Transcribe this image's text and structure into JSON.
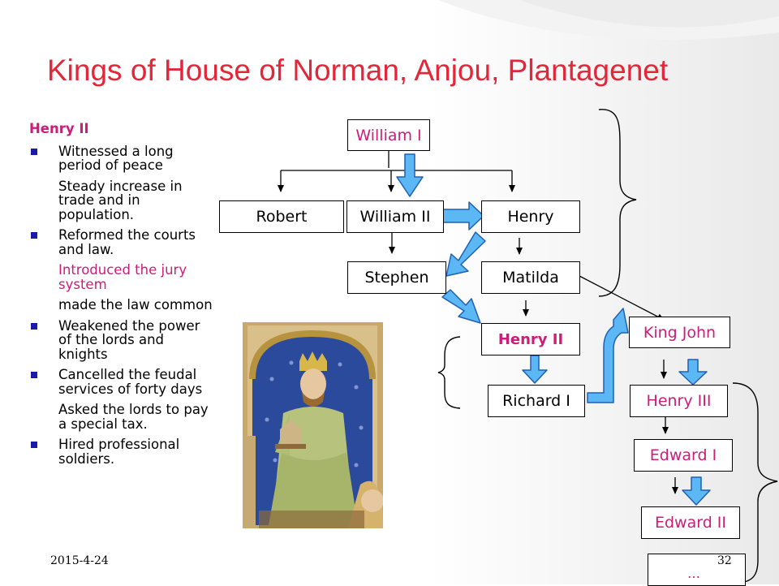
{
  "title": "Kings of House of Norman, Anjou, Plantagenet",
  "left": {
    "heading": "Henry II",
    "items": [
      {
        "text": "Witnessed a long period of peace",
        "bullet": true,
        "pink": false
      },
      {
        "text": "Steady increase in trade and in population.",
        "bullet": false,
        "pink": false
      },
      {
        "text": "Reformed the courts and law.",
        "bullet": true,
        "pink": false
      },
      {
        "text": "Introduced the jury system",
        "bullet": false,
        "pink": true
      },
      {
        "text": "made the law common",
        "bullet": false,
        "pink": false
      },
      {
        "text": "Weakened the power of the lords and knights",
        "bullet": true,
        "pink": false
      },
      {
        "text": "Cancelled the feudal services of forty days",
        "bullet": true,
        "pink": false
      },
      {
        "text": "Asked the lords to pay a special tax.",
        "bullet": false,
        "pink": false
      },
      {
        "text": "Hired professional soldiers.",
        "bullet": true,
        "pink": false
      }
    ]
  },
  "tree": {
    "william1": "William I",
    "robert": "Robert",
    "william2": "William II",
    "henry": "Henry",
    "stephen": "Stephen",
    "matilda": "Matilda",
    "henry2": "Henry II",
    "richard1": "Richard I",
    "king_john": "King John",
    "henry3": "Henry III",
    "edward1": "Edward I",
    "edward2": "Edward II",
    "more": "…"
  },
  "footer": {
    "date": "2015-4-24",
    "page": "32"
  },
  "colors": {
    "title": "#e3263a",
    "accent_pink": "#cc1d78",
    "bullet": "#1a1aa8",
    "arrow_fill": "#5bb8f5",
    "arrow_stroke": "#1f5fb4"
  },
  "icons": {
    "portrait": "king-portrait-illustration",
    "bullets": "square-bullet-icon",
    "braces": "curly-brace-icon"
  }
}
